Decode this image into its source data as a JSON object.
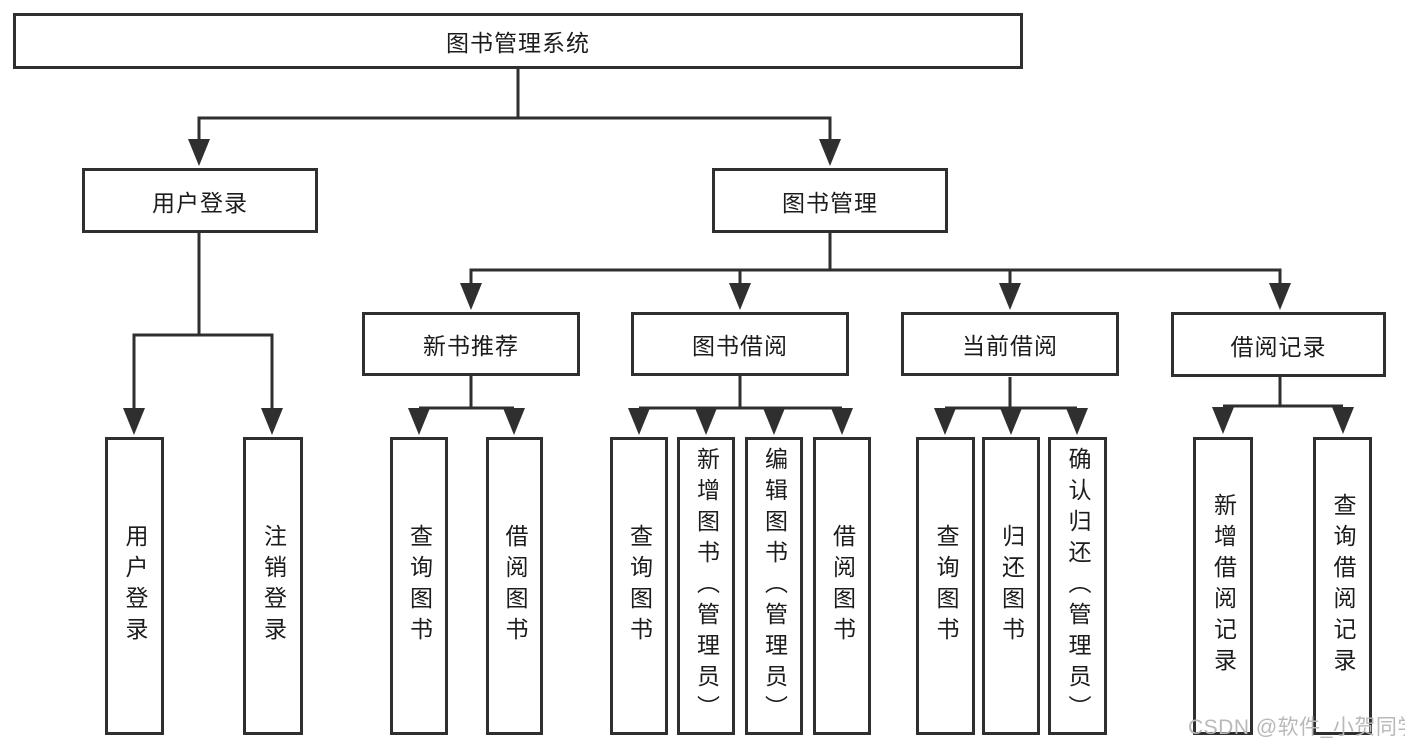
{
  "diagram": {
    "root": {
      "label": "图书管理系统"
    },
    "branches": [
      {
        "label": "用户登录",
        "children": [
          {
            "label": "用户登录"
          },
          {
            "label": "注销登录"
          }
        ]
      },
      {
        "label": "图书管理",
        "children": [
          {
            "label": "新书推荐",
            "children": [
              {
                "label": "查询图书"
              },
              {
                "label": "借阅图书"
              }
            ]
          },
          {
            "label": "图书借阅",
            "children": [
              {
                "label": "查询图书"
              },
              {
                "label": "新增图书（管理员）"
              },
              {
                "label": "编辑图书（管理员）"
              },
              {
                "label": "借阅图书"
              }
            ]
          },
          {
            "label": "当前借阅",
            "children": [
              {
                "label": "查询图书"
              },
              {
                "label": "归还图书"
              },
              {
                "label": "确认归还（管理员）"
              }
            ]
          },
          {
            "label": "借阅记录",
            "children": [
              {
                "label": "新增借阅记录"
              },
              {
                "label": "查询借阅记录"
              }
            ]
          }
        ]
      }
    ],
    "watermark": "CSDN @软件_小贺同学",
    "colors": {
      "line": "#2f2f2f",
      "text": "#1c1c1c",
      "background": "#ffffff",
      "watermark": "#b9b9b9"
    }
  }
}
